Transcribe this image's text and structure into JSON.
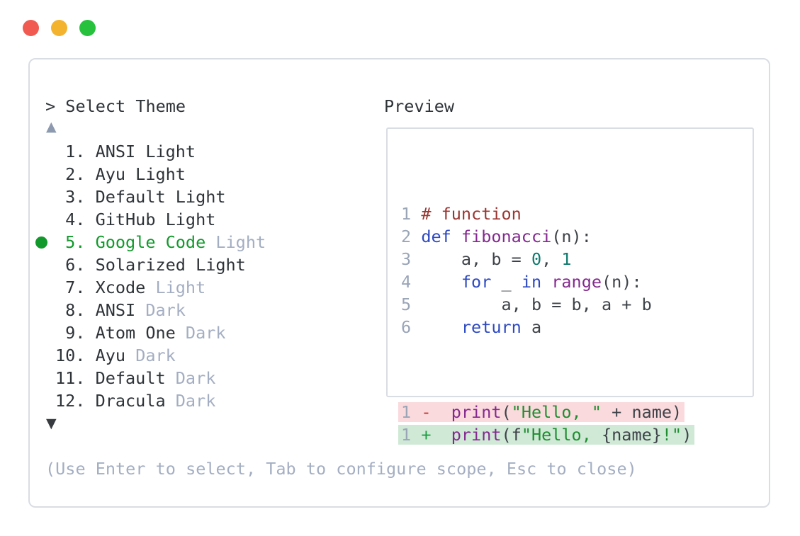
{
  "window": {
    "traffic_lights": [
      {
        "name": "close",
        "color": "#f15a51"
      },
      {
        "name": "minimize",
        "color": "#f3b32f"
      },
      {
        "name": "zoom",
        "color": "#27c13e"
      }
    ]
  },
  "panel": {
    "title": "> Select Theme",
    "preview_title": "Preview",
    "scroll_up_glyph": "▲",
    "scroll_down_glyph": "▼",
    "footer_hint": "(Use Enter to select, Tab to configure scope, Esc to close)"
  },
  "theme_list": {
    "selected_number": 5,
    "items": [
      {
        "prefix": " 1. ",
        "main": "ANSI Light",
        "suffix": "",
        "selected": false
      },
      {
        "prefix": " 2. ",
        "main": "Ayu Light",
        "suffix": "",
        "selected": false
      },
      {
        "prefix": " 3. ",
        "main": "Default Light",
        "suffix": "",
        "selected": false
      },
      {
        "prefix": " 4. ",
        "main": "GitHub Light",
        "suffix": "",
        "selected": false
      },
      {
        "prefix": " 5. ",
        "main": "Google Code",
        "suffix": " Light",
        "selected": true
      },
      {
        "prefix": " 6. ",
        "main": "Solarized Light",
        "suffix": "",
        "selected": false
      },
      {
        "prefix": " 7. ",
        "main": "Xcode",
        "suffix": " Light",
        "selected": false
      },
      {
        "prefix": " 8. ",
        "main": "ANSI",
        "suffix": " Dark",
        "selected": false
      },
      {
        "prefix": " 9. ",
        "main": "Atom One",
        "suffix": " Dark",
        "selected": false
      },
      {
        "prefix": "10. ",
        "main": "Ayu",
        "suffix": " Dark",
        "selected": false
      },
      {
        "prefix": "11. ",
        "main": "Default",
        "suffix": " Dark",
        "selected": false
      },
      {
        "prefix": "12. ",
        "main": "Dracula",
        "suffix": " Dark",
        "selected": false
      }
    ]
  },
  "preview": {
    "code_lines": [
      {
        "num": "1",
        "segs": [
          [
            "# function",
            "comment"
          ]
        ]
      },
      {
        "num": "2",
        "segs": [
          [
            "def",
            "kw"
          ],
          [
            " ",
            "plain"
          ],
          [
            "fibonacci",
            "fn"
          ],
          [
            "(n):",
            "plain"
          ]
        ]
      },
      {
        "num": "3",
        "segs": [
          [
            "    a, b = ",
            "plain"
          ],
          [
            "0",
            "num"
          ],
          [
            ", ",
            "plain"
          ],
          [
            "1",
            "num"
          ]
        ]
      },
      {
        "num": "4",
        "segs": [
          [
            "    ",
            "plain"
          ],
          [
            "for",
            "kw"
          ],
          [
            " _ ",
            "plain"
          ],
          [
            "in",
            "kw"
          ],
          [
            " ",
            "plain"
          ],
          [
            "range",
            "fn"
          ],
          [
            "(n):",
            "plain"
          ]
        ]
      },
      {
        "num": "5",
        "segs": [
          [
            "        a, b = b, a + b",
            "plain"
          ]
        ]
      },
      {
        "num": "6",
        "segs": [
          [
            "    ",
            "plain"
          ],
          [
            "return",
            "kw"
          ],
          [
            " a",
            "plain"
          ]
        ]
      }
    ],
    "diff_lines": [
      {
        "num": "1",
        "type": "removed",
        "segs": [
          [
            "-",
            "minus"
          ],
          [
            "  ",
            "plain"
          ],
          [
            "print",
            "fn"
          ],
          [
            "(",
            "plain"
          ],
          [
            "\"Hello, \"",
            "str"
          ],
          [
            " + name)",
            "plain"
          ]
        ]
      },
      {
        "num": "1",
        "type": "added",
        "segs": [
          [
            "+",
            "plus"
          ],
          [
            "  ",
            "plain"
          ],
          [
            "print",
            "fn"
          ],
          [
            "(f",
            "plain"
          ],
          [
            "\"Hello, ",
            "str"
          ],
          [
            "{name}",
            "plain"
          ],
          [
            "!\"",
            "str"
          ],
          [
            ")",
            "plain"
          ]
        ]
      }
    ]
  },
  "colors": {
    "text_dark": "#2e3338",
    "muted": "#a4aec2",
    "line_number": "#9aa5b8",
    "arrow_up": "#8c99af",
    "arrow_down": "#383c40",
    "green": "#12992b",
    "border": "#d9dde4",
    "comment": "#9a3631",
    "kw": "#2d49c2",
    "fn": "#84298f",
    "num": "#0e7a6e",
    "plain": "#3e4349",
    "str": "#1f8d30",
    "minus": "#c2342c",
    "plus": "#1d9e43",
    "removed_bg": "#fadadd",
    "added_bg": "#cfe9d6"
  }
}
